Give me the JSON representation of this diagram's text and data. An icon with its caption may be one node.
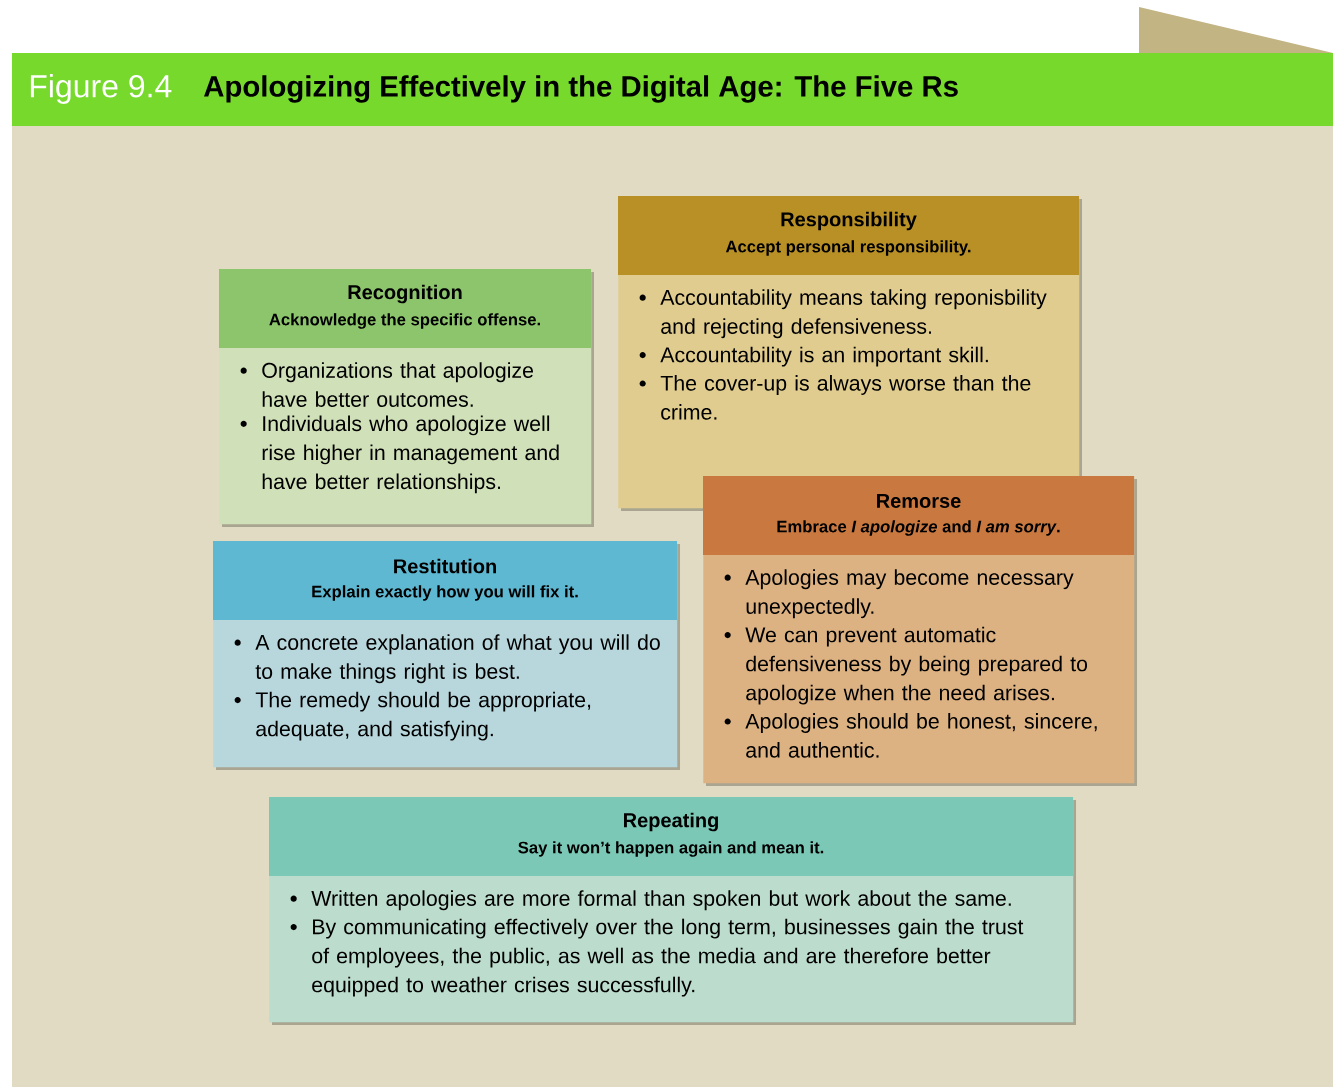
{
  "diagram": {
    "title": "Apologizing Effectively in the Digital Age: The Five Rs",
    "nodes": [
      {
        "text": [
          "Recognition",
          "Acknowledge the specific offense.",
          "Organizations that apologize have better outcomes.",
          "Individuals who apologize well rise higher in management and have better relationships."
        ]
      },
      {
        "text": [
          "Responsibility",
          "Accept personal responsibility.",
          "Accountability means taking reponisbility and rejecting defensiveness.",
          "Accountability is an important skill.",
          "The cover-up is always worse than the crime."
        ]
      },
      {
        "text": [
          "Remorse",
          "Embrace *I apologize* and *I am sorry*.",
          "Apologies may become necessary unexpectedly.",
          "We can prevent automatic defensiveness by being prepared to apologize when the need arises.",
          "Apologies should be honest, sincere, and authentic."
        ]
      },
      {
        "text": [
          "Restitution",
          "Explain exactly how you will fix it.",
          "A concrete explanation of what you will do to make things right is best.",
          "The remedy should be appropriate, adequate, and satisfying."
        ]
      },
      {
        "text": [
          "Repeating",
          "Say it won’t happen again and mean it.",
          "Written apologies are more formal than spoken but work about the same.",
          "By communicating effectively over the long term, businesses gain the trust of employees, the public, as well as the media and are therefore better equipped to weather crises successfully."
        ]
      }
    ],
    "labels": [
      "Figure 9.4"
    ]
  }
}
